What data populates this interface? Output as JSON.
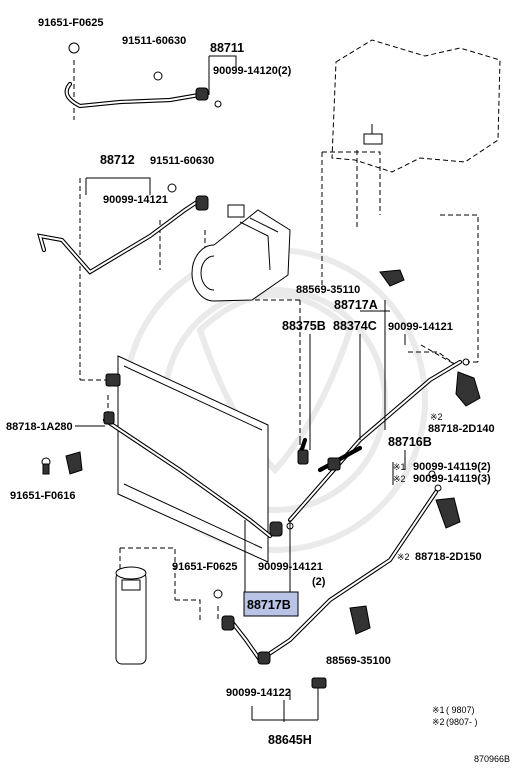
{
  "labels": {
    "p91651_F0625_top": "91651-F0625",
    "p91511_60630_a": "91511-60630",
    "p88711": "88711",
    "p90099_14120": "90099-14120(2)",
    "p88712": "88712",
    "p91511_60630_b": "91511-60630",
    "p90099_14121_a": "90099-14121",
    "p88569_35110": "88569-35110",
    "p88717A": "88717A",
    "p88375B": "88375B",
    "p88374C": "88374C",
    "p90099_14121_b": "90099-14121",
    "p88718_1A280": "88718-1A280",
    "p91651_F0616": "91651-F0616",
    "p88718_2D140": "88718-2D140",
    "p88716B": "88716B",
    "p90099_14119_a": "90099-14119(2)",
    "p90099_14119_b": "90099-14119(3)",
    "p88718_2D150": "88718-2D150",
    "p91651_F0625_bot": "91651-F0625",
    "p90099_14121_c": "90099-14121",
    "p90099_14121_c_qty": "(2)",
    "p88717B": "88717B",
    "p88569_35100": "88569-35100",
    "p90099_14122": "90099-14122",
    "p88645H": "88645H",
    "mark_2_a": "※2",
    "mark_1_b": "※1",
    "mark_2_b": "※2",
    "mark_2_c": "※2"
  },
  "notes": {
    "note1_mark": "※1",
    "note1_text": "(       9807)",
    "note2_mark": "※2",
    "note2_text": "(9807-      )"
  },
  "figure_code": "870966B",
  "colors": {
    "highlight": "#b9c3e6"
  }
}
